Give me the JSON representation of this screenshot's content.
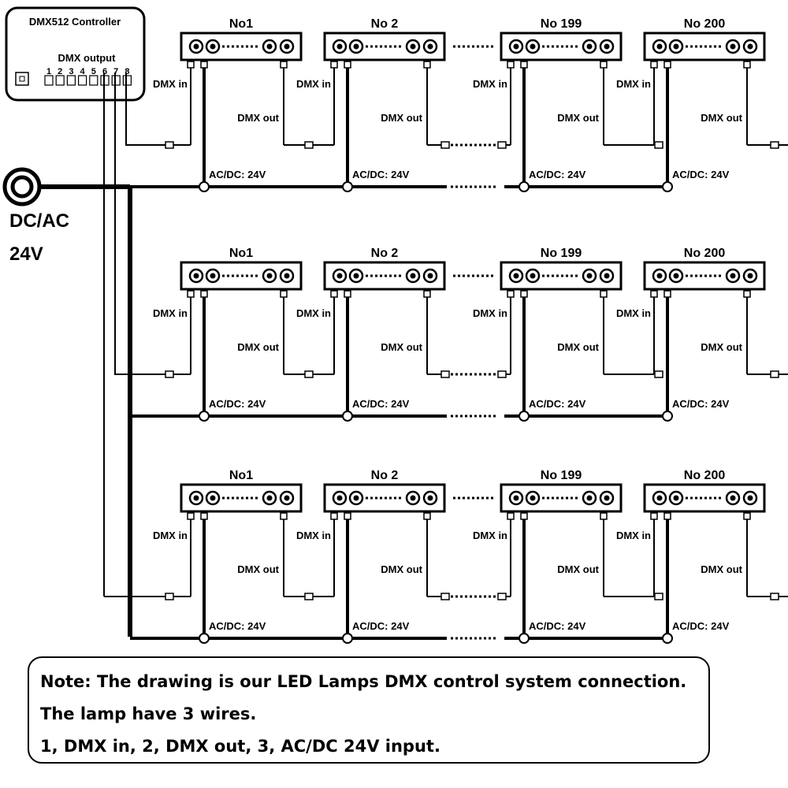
{
  "controller": {
    "title": "DMX512 Controller",
    "output_label": "DMX output",
    "channels": [
      "1",
      "2",
      "3",
      "4",
      "5",
      "6",
      "7",
      "8"
    ]
  },
  "power": {
    "label_line1": "DC/AC",
    "label_line2": "24V"
  },
  "lamps": [
    "No1",
    "No 2",
    "No 199",
    "No 200"
  ],
  "wire_labels": {
    "dmx_in": "DMX in",
    "dmx_out": "DMX out",
    "power": "AC/DC: 24V"
  },
  "rows": 3,
  "note": {
    "line1": "Note: The drawing is our LED Lamps DMX control system connection.",
    "line2": "The lamp have 3 wires.",
    "line3": "1, DMX in,  2, DMX out, 3, AC/DC 24V input."
  },
  "colors": {
    "line": "#000000",
    "background": "#ffffff"
  }
}
